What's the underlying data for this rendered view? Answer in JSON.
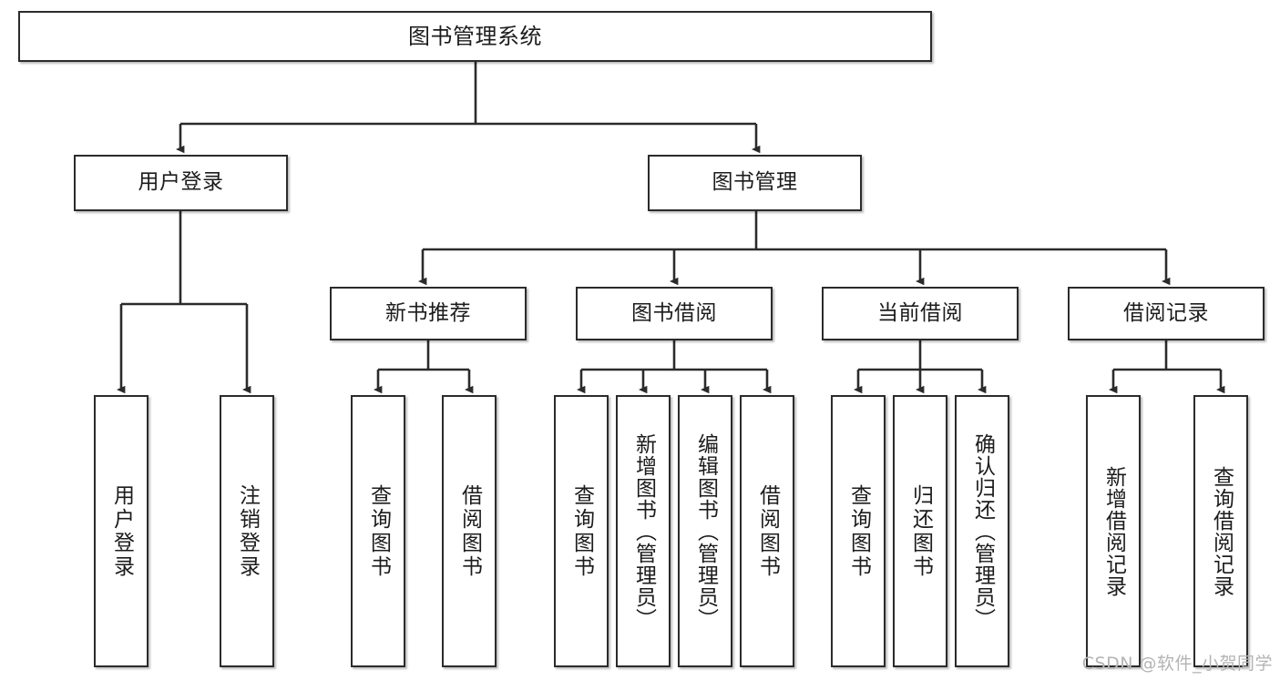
{
  "diagram": {
    "title": "图书管理系统",
    "type": "tree",
    "watermark": "CSDN @软件_小贺同学",
    "colors": {
      "node_border": "#2b2b2b",
      "node_fill": "#ffffff",
      "edge": "#2b2b2b",
      "text": "#1c1c1c",
      "watermark": "#b4b4b4",
      "background": "#ffffff"
    },
    "nodes": {
      "root": {
        "label": "图书管理系统"
      },
      "level2": [
        {
          "id": "user-login",
          "label": "用户登录"
        },
        {
          "id": "book-manage",
          "label": "图书管理"
        }
      ],
      "level3": [
        {
          "id": "new-book-recommend",
          "label": "新书推荐"
        },
        {
          "id": "book-borrow",
          "label": "图书借阅"
        },
        {
          "id": "current-borrow",
          "label": "当前借阅"
        },
        {
          "id": "borrow-record",
          "label": "借阅记录"
        }
      ],
      "leaves": {
        "user-login": [
          {
            "id": "leaf-user-login",
            "label": "用户登录"
          },
          {
            "id": "leaf-user-logout",
            "label": "注销登录"
          }
        ],
        "new-book-recommend": [
          {
            "id": "leaf-query-book-1",
            "label": "查询图书"
          },
          {
            "id": "leaf-borrow-book-1",
            "label": "借阅图书"
          }
        ],
        "book-borrow": [
          {
            "id": "leaf-query-book-2",
            "label": "查询图书"
          },
          {
            "id": "leaf-add-book",
            "label": "新增图书（管理员）"
          },
          {
            "id": "leaf-edit-book",
            "label": "编辑图书（管理员）"
          },
          {
            "id": "leaf-borrow-book-2",
            "label": "借阅图书"
          }
        ],
        "current-borrow": [
          {
            "id": "leaf-query-book-3",
            "label": "查询图书"
          },
          {
            "id": "leaf-return-book",
            "label": "归还图书"
          },
          {
            "id": "leaf-confirm-return",
            "label": "确认归还（管理员）"
          }
        ],
        "borrow-record": [
          {
            "id": "leaf-add-record",
            "label": "新增借阅记录"
          },
          {
            "id": "leaf-query-record",
            "label": "查询借阅记录"
          }
        ]
      }
    }
  }
}
